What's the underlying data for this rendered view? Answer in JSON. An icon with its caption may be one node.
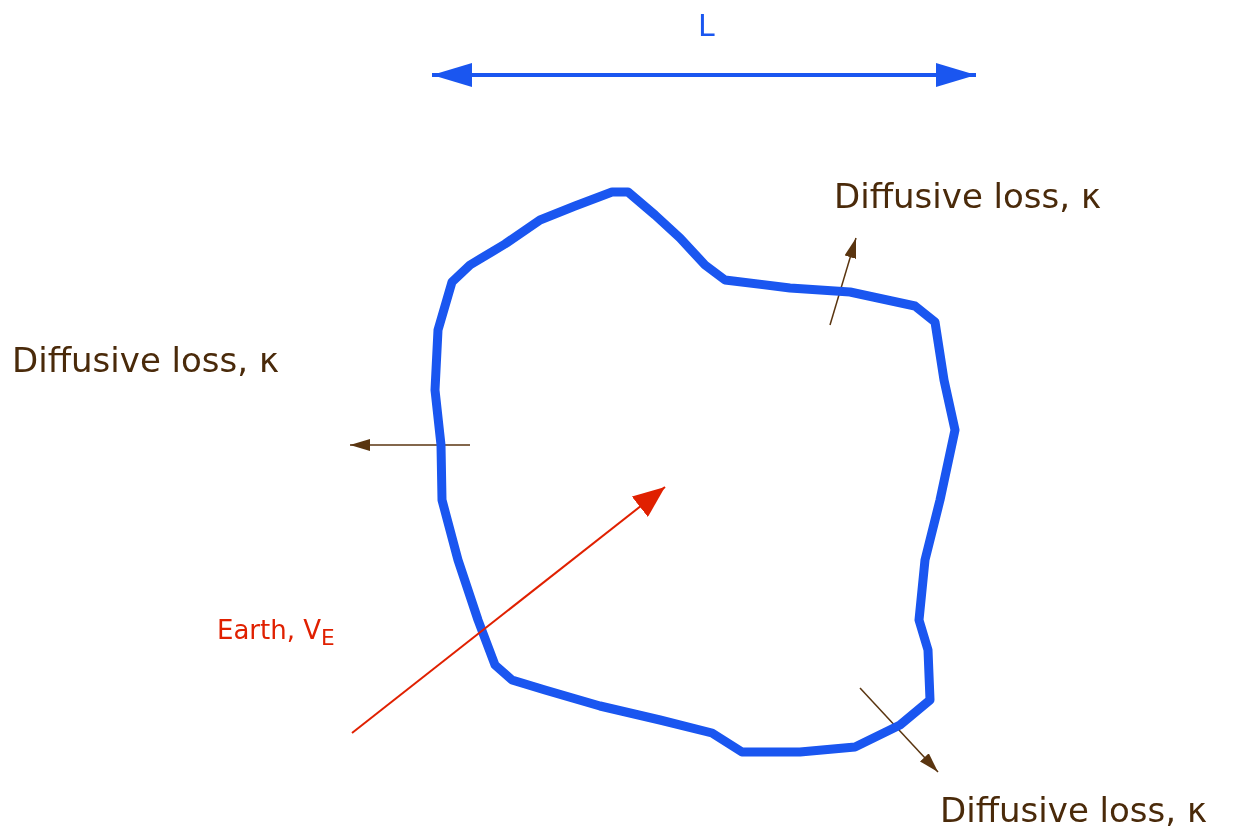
{
  "diagram": {
    "nodes": [
      {
        "text": [],
        "shape": "blob"
      }
    ],
    "labels": [
      "L",
      "Diffusive loss, κ",
      "Diffusive loss, κ",
      "Earth, V$_{E}$",
      "Diffusive loss, κ"
    ]
  }
}
